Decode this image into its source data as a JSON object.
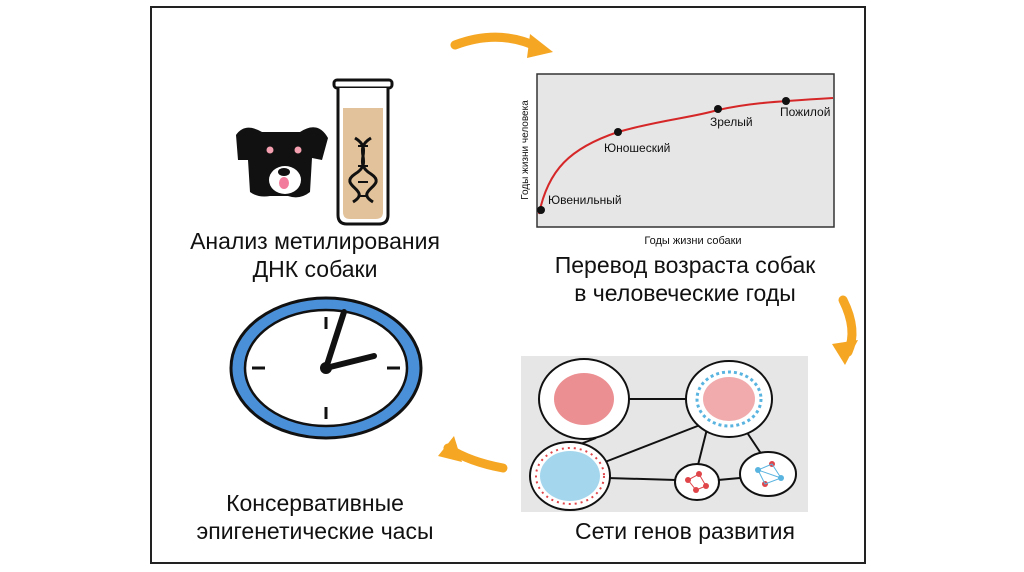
{
  "captions": {
    "dna": [
      "Анализ метилирования",
      "ДНК собаки"
    ],
    "convert": [
      "Перевод возраста собак",
      "в человеческие годы"
    ],
    "clock": [
      "Консервативные",
      "эпигенетические часы"
    ],
    "network": "Сети генов развития"
  },
  "chart": {
    "xlabel": "Годы жизни собаки",
    "ylabel": "Годы жизни человека",
    "points": [
      {
        "label": "Ювенильный"
      },
      {
        "label": "Юношеский"
      },
      {
        "label": "Зрелый"
      },
      {
        "label": "Пожилой"
      }
    ],
    "curve_color": "#d62728",
    "panel_color": "#e6e6e6"
  },
  "colors": {
    "arrow": "#f5a623",
    "clock_ring": "#4a90d9",
    "dog": "#111111",
    "tube_fill": "#e2c29a",
    "net_red": "#e0454a",
    "net_blue": "#5ab4e0"
  },
  "icons": [
    "dog-icon",
    "test-tube-icon",
    "dna-icon",
    "clock-icon",
    "cycle-arrow-icon"
  ]
}
